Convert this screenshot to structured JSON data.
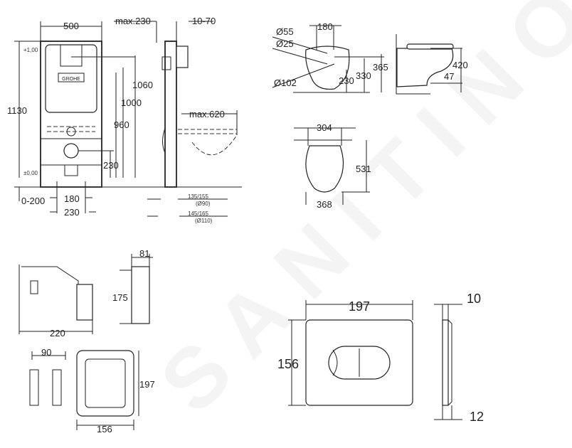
{
  "watermark": "SANITINO",
  "frame_front": {
    "width": "500",
    "level_top": "+1,00",
    "level_zero": "±0,00",
    "height_total": "1130",
    "h1060": "1060",
    "h1000": "1000",
    "h960": "960",
    "h230": "230",
    "offset": "0-200",
    "d180": "180",
    "d230": "230",
    "brand": "GROHE"
  },
  "frame_side": {
    "max230": "max.230",
    "d10_70": "10-70",
    "max620": "max.620",
    "d135_155": "135/155",
    "d90": "(Ø90)",
    "d145_165": "145/165",
    "d110": "(Ø110)"
  },
  "bowl_front": {
    "d55": "Ø55",
    "d25": "Ø25",
    "d102": "Ø102",
    "w180": "180",
    "h230": "230",
    "h330": "330",
    "h365": "365"
  },
  "bowl_side": {
    "h420": "420",
    "h47": "47"
  },
  "bowl_top": {
    "w304": "304",
    "l531": "531",
    "w368": "368"
  },
  "accessories": {
    "d81": "81",
    "d175": "175",
    "d220": "220",
    "d90": "90",
    "d197": "197",
    "d156": "156"
  },
  "flush_plate": {
    "width": "197",
    "height": "156",
    "depth": "10",
    "bottom": "12"
  }
}
